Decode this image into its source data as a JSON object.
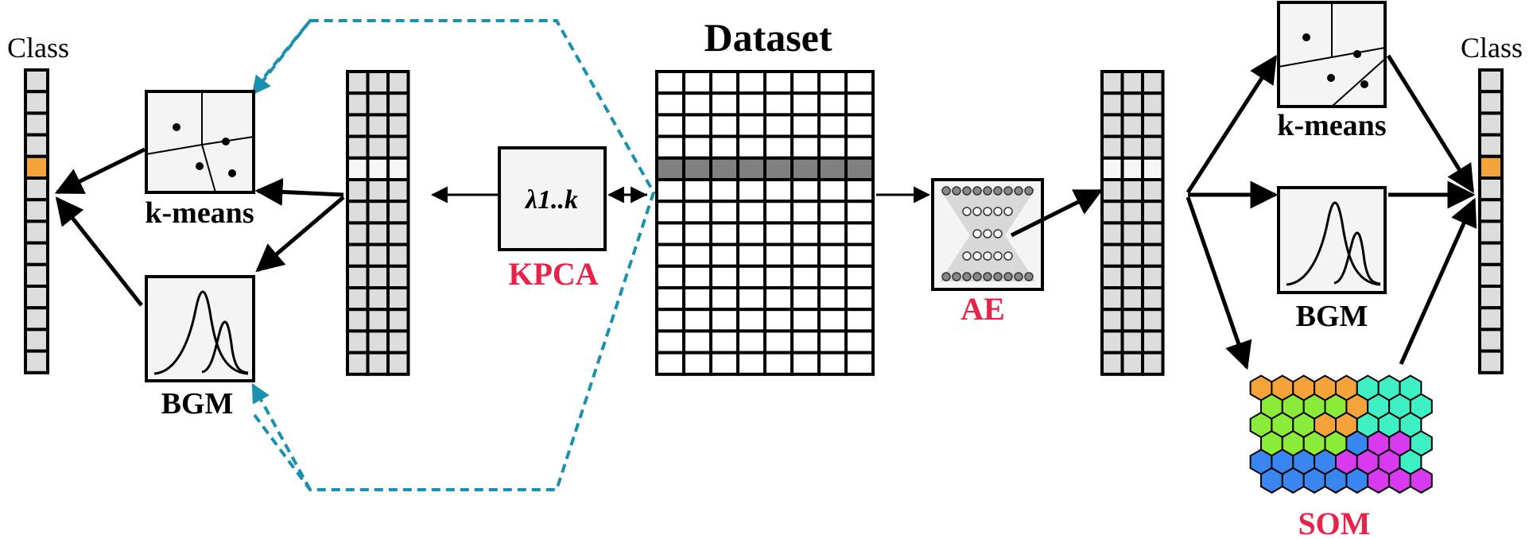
{
  "title": "Dataset",
  "left": {
    "class_label": "Class",
    "kmeans_label": "k-means",
    "bgm_label": "BGM",
    "method_label": "KPCA",
    "lambda_label": "λ1..k"
  },
  "right": {
    "class_label": "Class",
    "kmeans_label": "k-means",
    "bgm_label": "BGM",
    "som_label": "SOM",
    "method_label": "AE"
  },
  "colors": {
    "class_highlight": "#f4a23a",
    "cell_grey": "#dcdcdc",
    "row_highlight": "#808080",
    "hull_dashed": "#1a8fb0",
    "method_red": "#e8234a",
    "som_orange": "#f4a23a",
    "som_teal": "#3ff0c4",
    "som_green": "#8aeb3a",
    "som_blue": "#3a86f0",
    "som_magenta": "#d83af0"
  }
}
